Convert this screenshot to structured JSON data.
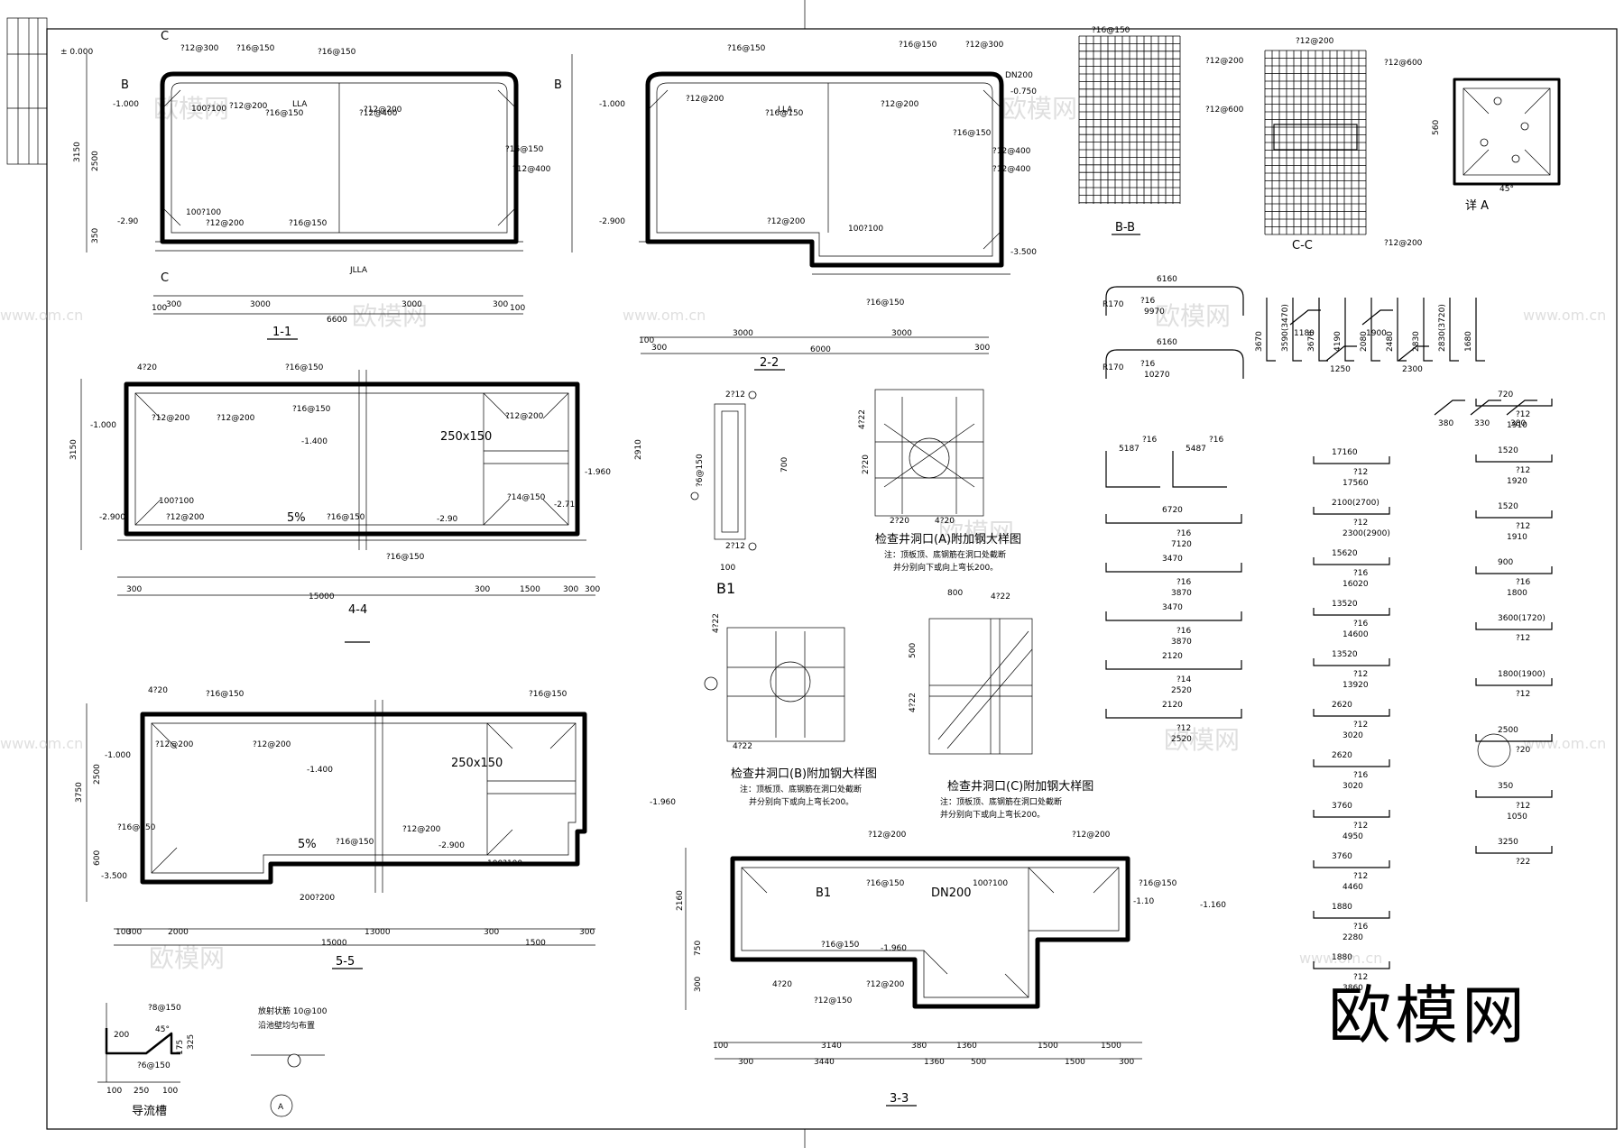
{
  "sections": {
    "s11": {
      "title": "1-1",
      "elev_top": "± 0.000",
      "elev_water": "-1.000",
      "elev_bot": "-2.90",
      "cut_c": "C",
      "cut_b": "B",
      "dims_top": [
        "3150",
        "2500",
        "350"
      ],
      "dims_left": [
        "300",
        "300"
      ],
      "dims_bottom": [
        "100",
        "300",
        "3000",
        "3000",
        "300",
        "100"
      ],
      "dim_total": "6600",
      "rebar": [
        "?12@300",
        "?16@150",
        "?16@150",
        "?12@200",
        "?16@150",
        "?12@400",
        "100?100",
        "?12@200",
        "?16@150",
        "LLA",
        "JLLA"
      ]
    },
    "s22": {
      "title": "2-2",
      "elev_water": "-1.000",
      "elev_bot": "-2.900",
      "elev_r1": "-0.750",
      "elev_r2": "-3.500",
      "dn": "DN200",
      "dims_bottom": [
        "100",
        "300",
        "3000",
        "3000",
        "300"
      ],
      "dim_total": "6000",
      "rebar": [
        "?16@150",
        "?12@300",
        "?12@200",
        "?16@150",
        "?12@400",
        "100?100",
        "?12@200",
        "?16@150",
        "LLA"
      ]
    },
    "sbb": {
      "title": "B-B",
      "rebar": [
        "?16@150",
        "?12@200",
        "?12@600"
      ]
    },
    "scc": {
      "title": "C-C",
      "rebar": [
        "?12@200",
        "?12@600",
        "?12@200"
      ]
    },
    "sa": {
      "title": "详 A",
      "angle": "45°",
      "dim": "560"
    },
    "s44": {
      "title": "4-4",
      "elev_water": "-1.000",
      "elev_mid": "-1.400",
      "elev_r": "-1.960",
      "elev_bot": "-2.900",
      "elev_r2": "-2.710",
      "elev_b2": "-2.90",
      "opening": "250x150",
      "slope": "5%",
      "dims_bottom": [
        "300",
        "15000",
        "300",
        "1500",
        "300",
        "300"
      ],
      "dims_left": [
        "3150",
        "2910"
      ],
      "rebar": [
        "4?20",
        "?16@150",
        "?12@200",
        "100?100",
        "?12@200",
        "?16@150",
        "?14@150",
        "?16@150"
      ]
    },
    "s55": {
      "title": "5-5",
      "elev_water": "-1.000",
      "elev_mid": "-1.400",
      "elev_r": "-1.960",
      "elev_bot": "-3.500",
      "elev_b2": "-2.900",
      "opening": "250x150",
      "slope": "5%",
      "dims_bottom": [
        "100",
        "300",
        "2000",
        "13000",
        "300",
        "1500",
        "300"
      ],
      "dim_total": "15000",
      "dims_left": [
        "3750",
        "2500",
        "600"
      ],
      "rebar": [
        "4?20",
        "?16@150",
        "?12@200",
        "100?100",
        "?16@150",
        "?12@200",
        "200?200"
      ]
    },
    "s33": {
      "title": "3-3",
      "elev_r": "-1.160",
      "elev_r2": "-1.10",
      "elev_b": "-1.960",
      "dn": "DN200",
      "b1": "B1",
      "dims_bottom1": [
        "100",
        "3140",
        "380",
        "1360",
        "1500",
        "1500"
      ],
      "dims_bottom2": [
        "300",
        "3440",
        "1360",
        "500",
        "1500",
        "300"
      ],
      "dims_left": [
        "2160",
        "750",
        "300"
      ],
      "rebar": [
        "?12@200",
        "?16@150",
        "4?20",
        "100?100",
        "?12@200",
        "?12@150",
        "?16@150"
      ]
    },
    "sb1": {
      "title": "B1",
      "dims": [
        "2?12",
        "700",
        "?6@150",
        "2?12",
        "100"
      ]
    },
    "dtA": {
      "title": "检查井洞口(A)附加钢大样图",
      "note1": "注：顶板顶、底钢筋在洞口处截断",
      "note2": "并分别向下或向上弯长200。",
      "dims": [
        "4?22",
        "2?20",
        "4?20",
        "2?20"
      ]
    },
    "dtB": {
      "title": "检查井洞口(B)附加钢大样图",
      "note1": "注：顶板顶、底钢筋在洞口处截断",
      "note2": "并分别向下或向上弯长200。",
      "dims": [
        "4?22",
        "4?22"
      ]
    },
    "dtC": {
      "title": "检查井洞口(C)附加钢大样图",
      "note1": "注：顶板顶、底钢筋在洞口处截断",
      "note2": "并分别向下或向上弯长200。",
      "dims": [
        "800",
        "4?22",
        "500",
        "4?22"
      ]
    },
    "trough": {
      "title": "导流槽",
      "dims": [
        "?8@150",
        "200",
        "45°",
        "325",
        "175",
        "?6@150",
        "100",
        "250",
        "100"
      ]
    },
    "anchor": {
      "title": "A",
      "text1": "放射状筋 10@100",
      "text2": "沿池壁均匀布置"
    }
  },
  "schedule": {
    "col1": [
      {
        "len": "6160",
        "label": "?16",
        "total": "9970",
        "r": "R170"
      },
      {
        "len": "6160",
        "label": "?16",
        "total": "10270",
        "r": "R170"
      },
      {
        "len": "5187",
        "label": "?16"
      },
      {
        "len": "5487",
        "label": "?16"
      },
      {
        "len": "6720",
        "label": "?16",
        "total": "7120"
      },
      {
        "len": "3470",
        "label": "?16",
        "total": "3870"
      },
      {
        "len": "3470",
        "label": "?16",
        "total": "3870"
      },
      {
        "len": "2120",
        "label": "?14",
        "total": "2520"
      },
      {
        "len": "2120",
        "label": "?12",
        "total": "2520"
      }
    ],
    "col2": [
      {
        "len": "17160",
        "label": "?12",
        "total": "17560"
      },
      {
        "len": "2100(2700)",
        "label": "?12",
        "total": "2300(2900)"
      },
      {
        "len": "15620",
        "label": "?16",
        "total": "16020"
      },
      {
        "len": "13520",
        "label": "?16",
        "total": "14600"
      },
      {
        "len": "13520",
        "label": "?12",
        "total": "13920"
      },
      {
        "len": "2620",
        "label": "?12",
        "total": "3020"
      },
      {
        "len": "2620",
        "label": "?16",
        "total": "3020"
      },
      {
        "len": "3760",
        "label": "?12",
        "total": "4950"
      },
      {
        "len": "3760",
        "label": "?12",
        "total": "4460"
      },
      {
        "len": "1880",
        "label": "?16",
        "total": "2280"
      },
      {
        "len": "1880",
        "label": "?12",
        "total": "3860"
      }
    ],
    "col3": [
      {
        "len": "720",
        "label": "?12",
        "total": "1910"
      },
      {
        "len": "1520",
        "label": "?12",
        "total": "1920"
      },
      {
        "len": "1520",
        "label": "?12",
        "total": "1910"
      },
      {
        "len": "900",
        "label": "?16",
        "total": "1800"
      },
      {
        "len": "3600(1720)",
        "label": "?12"
      },
      {
        "len": "1800(1900)",
        "label": "?12"
      },
      {
        "len": "2500",
        "label": "?20"
      },
      {
        "len": "350",
        "label": "?12",
        "total": "1050"
      },
      {
        "len": "3250",
        "label": "?22"
      }
    ],
    "verticals": [
      "3670",
      "3590(3470)",
      "3670",
      "4190",
      "2080",
      "2480",
      "2830",
      "2830(3720)",
      "1680"
    ],
    "hooks": [
      "1180",
      "1250",
      "1900",
      "2300",
      "380",
      "330",
      "380"
    ]
  },
  "logo": {
    "text": "欧模网"
  },
  "watermark": {
    "text": "欧模网",
    "url": "www.om.cn"
  }
}
